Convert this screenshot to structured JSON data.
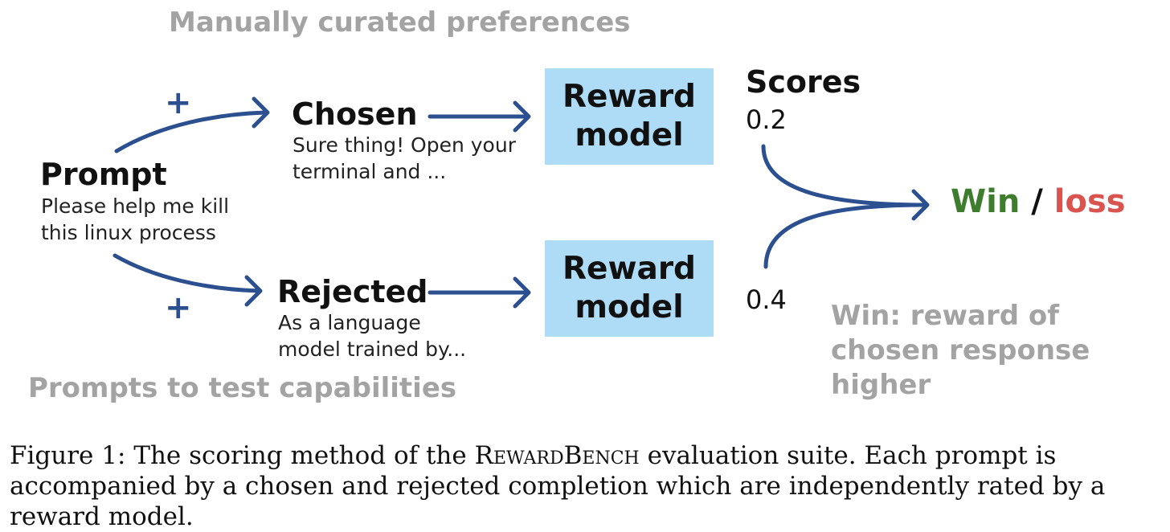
{
  "header_note": "Manually curated preferences",
  "footer_note": "Prompts to test capabilities",
  "win_note": "Win: reward of chosen response higher",
  "prompt": {
    "title": "Prompt",
    "text": "Please help me kill this linux process"
  },
  "chosen": {
    "title": "Chosen",
    "text": "Sure thing! Open your terminal and ..."
  },
  "rejected": {
    "title": "Rejected",
    "text": "As a language model trained by..."
  },
  "plus_sign": "+",
  "reward_model_label": "Reward model",
  "scores": {
    "title": "Scores",
    "chosen_score": "0.2",
    "rejected_score": "0.4"
  },
  "outcome": {
    "win": "Win",
    "separator": "/",
    "loss": "loss",
    "win_color": "#3e7d2e",
    "loss_color": "#d9534f"
  },
  "colors": {
    "arrow": "#2b4f8f",
    "box": "#aedcf7",
    "note": "#a3a3a3"
  },
  "caption": {
    "label": "Figure 1:",
    "before": "The scoring method of the",
    "bench": "RewardBench",
    "after": "evaluation suite. Each prompt is accompanied by a chosen and rejected completion which are independently rated by a reward model."
  }
}
